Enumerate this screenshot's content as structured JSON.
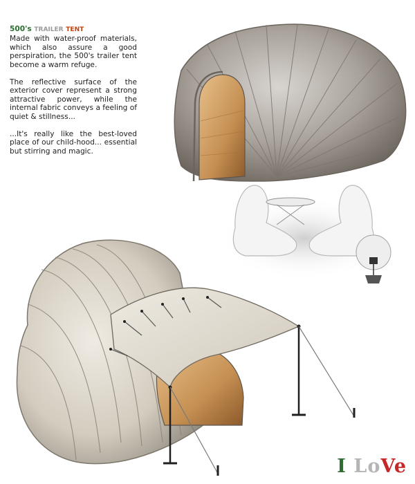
{
  "heading": {
    "part1": "500's",
    "part2": "TRAILER",
    "part3": "TENT"
  },
  "paragraphs": [
    "Made with water-proof materials, which also assure a good perspiration, the 500's trailer tent become a warm refuge.",
    "The reflective surface of the exterior cover represent a strong attractive power, while the internal fabric conveys a feeling of quiet & stillness...",
    "...It's really like the best-loved place of our child-hood... essential but stirring and magic."
  ],
  "brand": {
    "part1": "I",
    "part2": "Lo",
    "part3": "Ve"
  },
  "colors": {
    "green": "#2b6e2f",
    "grey": "#9a9a9a",
    "red": "#c62828",
    "orange": "#c2410c",
    "tent_silver": "#a9a39c",
    "tent_cream": "#ddd7cb",
    "interior_gold": "#c58f52"
  }
}
